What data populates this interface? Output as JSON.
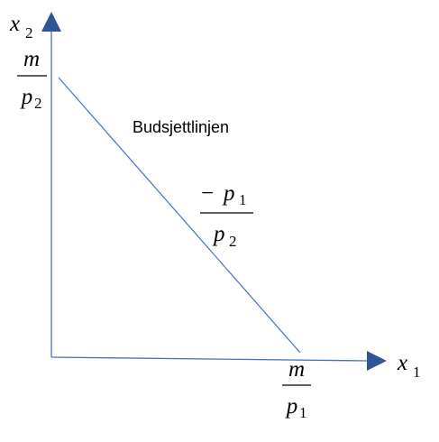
{
  "axes": {
    "y": {
      "var": "x",
      "sub": "2"
    },
    "x": {
      "var": "x",
      "sub": "1"
    }
  },
  "y_intercept": {
    "numerator": "m",
    "denominator": {
      "var": "p",
      "sub": "2"
    }
  },
  "x_intercept": {
    "numerator": "m",
    "denominator": {
      "var": "p",
      "sub": "1"
    }
  },
  "line_label": "Budsjettlinjen",
  "slope": {
    "sign": "−",
    "numerator": {
      "var": "p",
      "sub": "1"
    },
    "denominator": {
      "var": "p",
      "sub": "2"
    }
  },
  "colors": {
    "axis": "#4472c4",
    "arrow": "#2f5597",
    "budget_line": "#4472c4",
    "text": "#000000"
  }
}
